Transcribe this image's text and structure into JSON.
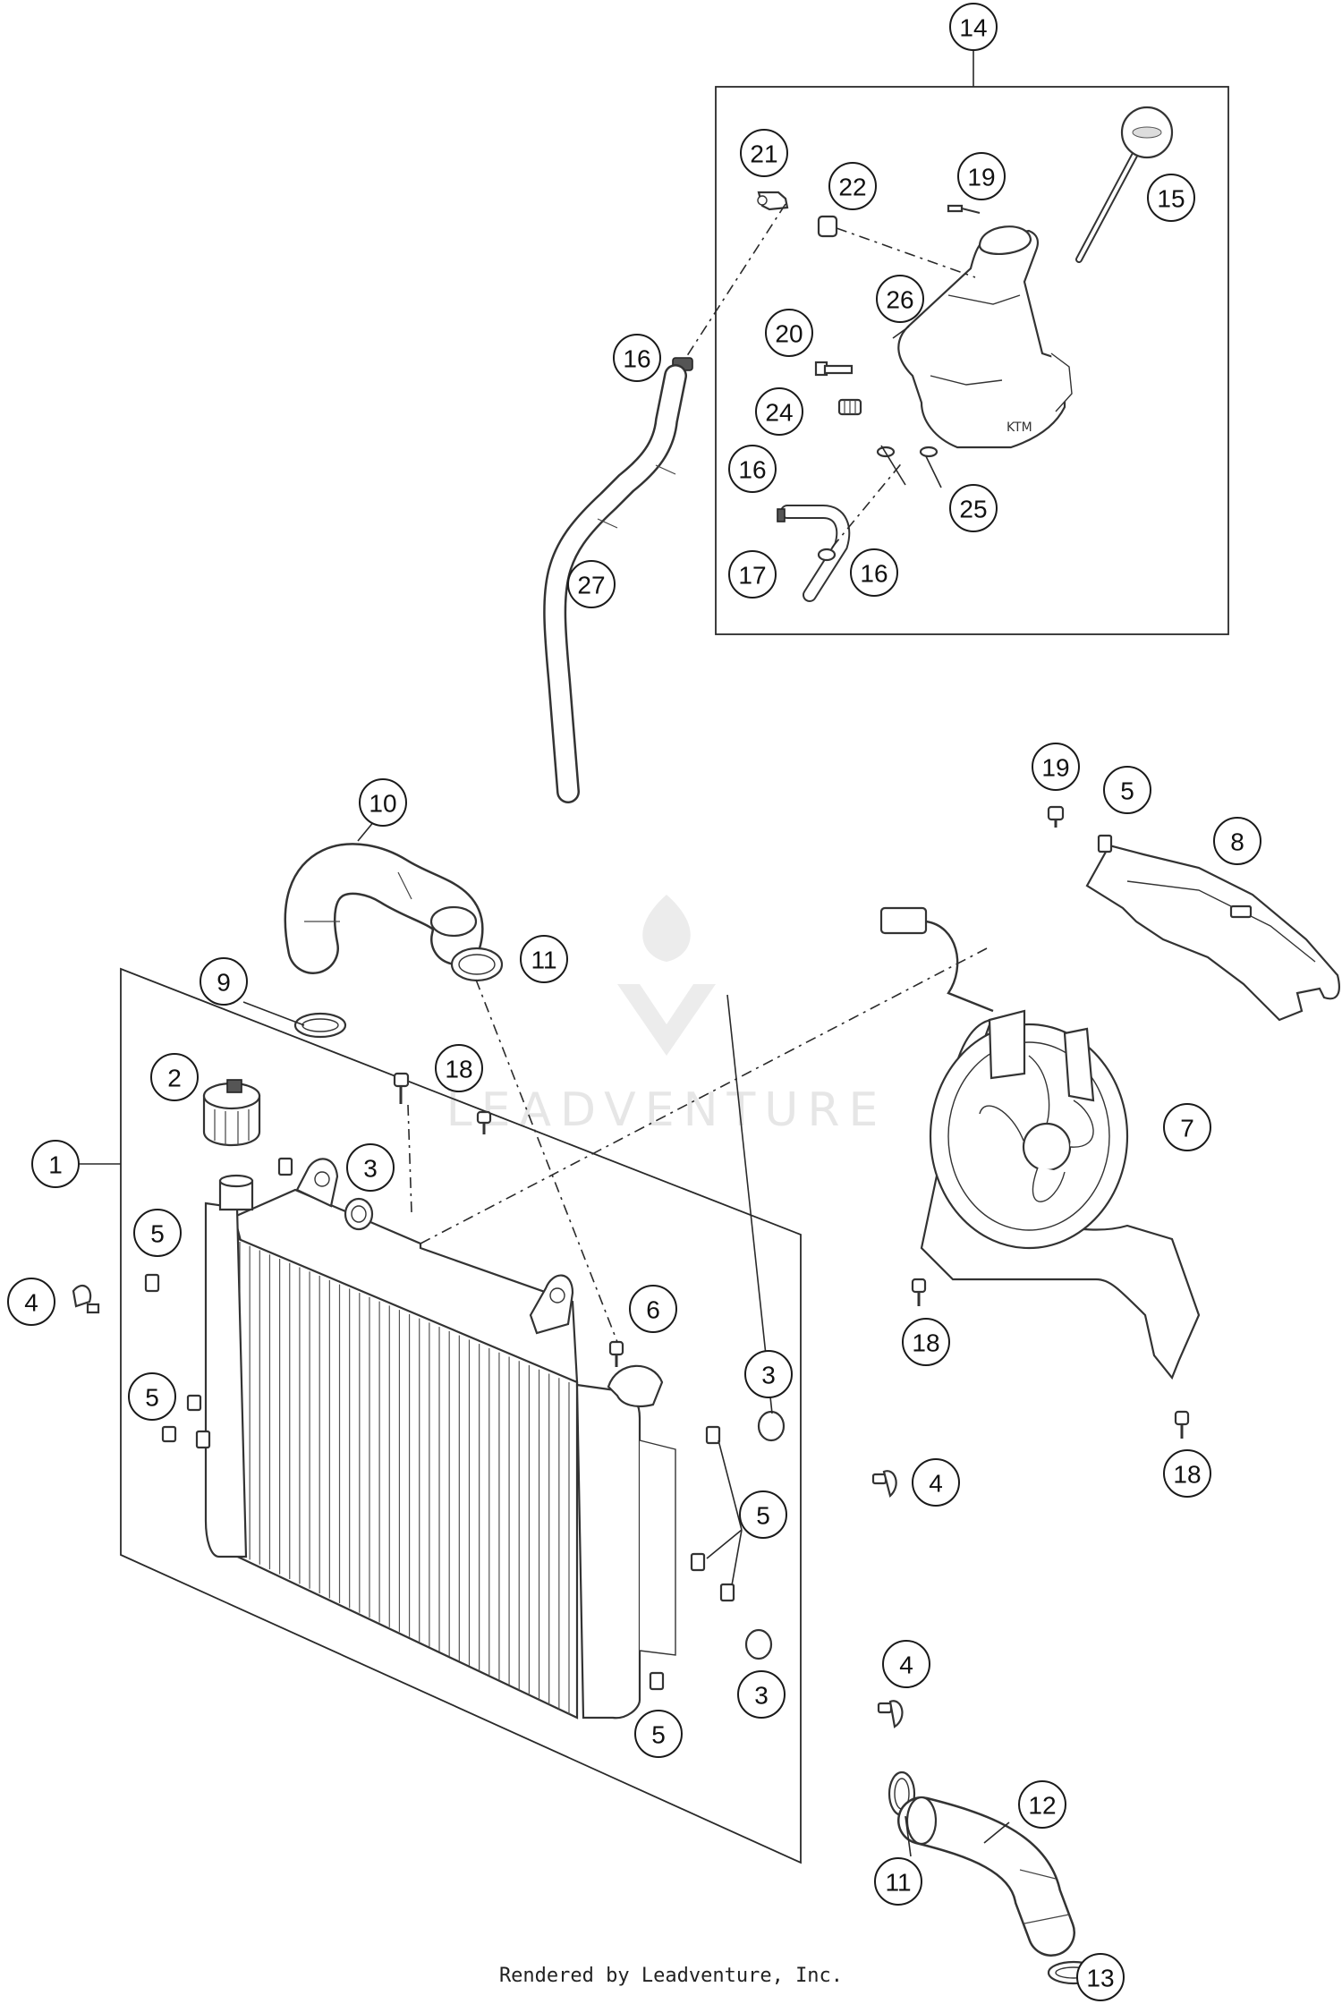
{
  "watermark": "LEADVENTURE",
  "footer": "Rendered by Leadventure, Inc.",
  "callouts": [
    {
      "label": "14"
    },
    {
      "label": "21"
    },
    {
      "label": "22"
    },
    {
      "label": "19"
    },
    {
      "label": "15"
    },
    {
      "label": "26"
    },
    {
      "label": "20"
    },
    {
      "label": "16"
    },
    {
      "label": "24"
    },
    {
      "label": "16"
    },
    {
      "label": "25"
    },
    {
      "label": "17"
    },
    {
      "label": "16"
    },
    {
      "label": "27"
    },
    {
      "label": "10"
    },
    {
      "label": "19"
    },
    {
      "label": "5"
    },
    {
      "label": "8"
    },
    {
      "label": "11"
    },
    {
      "label": "9"
    },
    {
      "label": "2"
    },
    {
      "label": "18"
    },
    {
      "label": "1"
    },
    {
      "label": "3"
    },
    {
      "label": "5"
    },
    {
      "label": "4"
    },
    {
      "label": "6"
    },
    {
      "label": "5"
    },
    {
      "label": "3"
    },
    {
      "label": "7"
    },
    {
      "label": "18"
    },
    {
      "label": "18"
    },
    {
      "label": "4"
    },
    {
      "label": "5"
    },
    {
      "label": "3"
    },
    {
      "label": "5"
    },
    {
      "label": "4"
    },
    {
      "label": "12"
    },
    {
      "label": "11"
    },
    {
      "label": "13"
    }
  ]
}
